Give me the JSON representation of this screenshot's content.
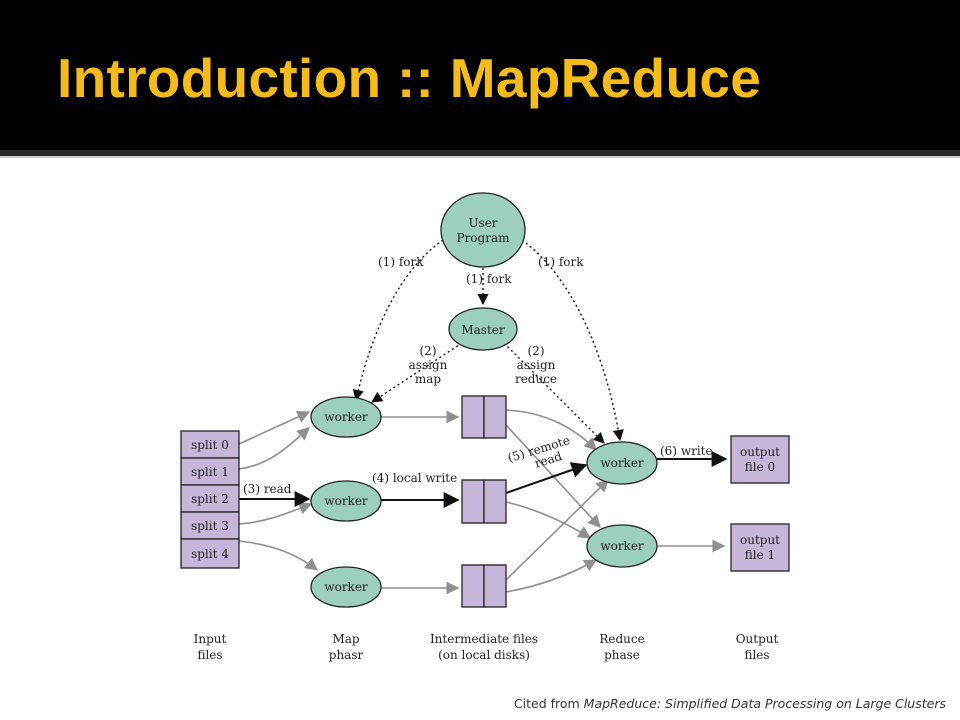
{
  "slide": {
    "title": "Introduction :: MapReduce",
    "citation_prefix": "Cited from ",
    "citation_source": "MapReduce: Simplified Data Processing on Large Clusters",
    "colors": {
      "title": "#f5bb18",
      "node_fill": "#9ccfbd",
      "file_fill": "#c6b6d9"
    }
  },
  "diagram": {
    "nodes": {
      "user_program": [
        "User",
        "Program"
      ],
      "master": "Master",
      "map_worker_1": "worker",
      "map_worker_2": "worker",
      "map_worker_3": "worker",
      "reduce_worker_1": "worker",
      "reduce_worker_2": "worker"
    },
    "input_splits": [
      "split 0",
      "split 1",
      "split 2",
      "split 3",
      "split 4"
    ],
    "output_files": [
      [
        "output",
        "file 0"
      ],
      [
        "output",
        "file 1"
      ]
    ],
    "edge_labels": {
      "fork_left": "(1) fork",
      "fork_center": "(1) fork",
      "fork_right": "(1) fork",
      "assign_map": [
        "(2)",
        "assign",
        "map"
      ],
      "assign_reduce": [
        "(2)",
        "assign",
        "reduce"
      ],
      "read": "(3) read",
      "local_write": "(4) local write",
      "remote_read": [
        "(5) remote",
        "read"
      ],
      "write": "(6) write"
    },
    "column_labels": {
      "input": [
        "Input",
        "files"
      ],
      "map": [
        "Map",
        "phasr"
      ],
      "intermediate": [
        "Intermediate files",
        "(on local disks)"
      ],
      "reduce": [
        "Reduce",
        "phase"
      ],
      "output": [
        "Output",
        "files"
      ]
    }
  }
}
